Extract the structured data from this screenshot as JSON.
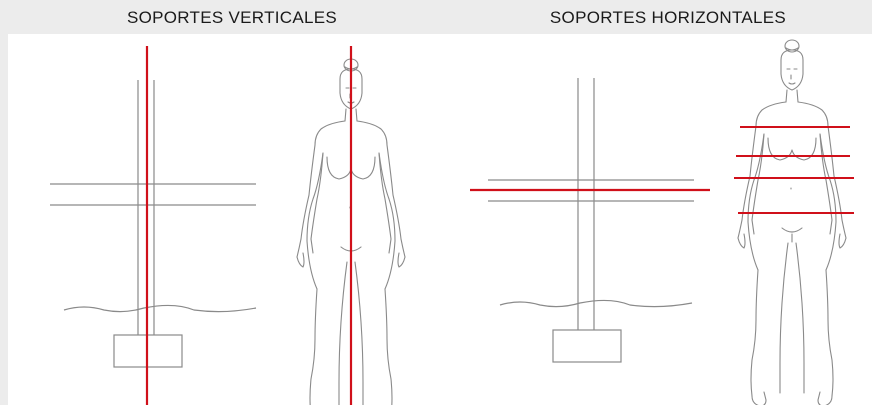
{
  "titles": {
    "left": "SOPORTES VERTICALES",
    "right": "SOPORTES HORIZONTALES"
  },
  "colors": {
    "background_band": "#ececec",
    "canvas": "#ffffff",
    "sketch_line": "#8a8a8a",
    "accent_line": "#d0101a",
    "title_text": "#1a1a1a"
  },
  "panels": [
    {
      "id": "vertical-supports",
      "support_line_direction": "vertical"
    },
    {
      "id": "horizontal-supports",
      "support_line_direction": "horizontal"
    }
  ]
}
